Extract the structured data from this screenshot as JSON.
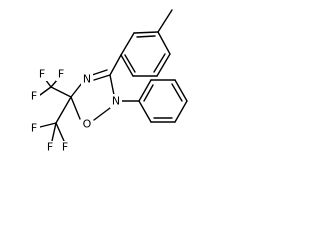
{
  "molecule": {
    "atoms": [
      {
        "id": "o_ring",
        "label": "O"
      },
      {
        "id": "n_ring_top",
        "label": "N"
      },
      {
        "id": "n_ring_phenyl",
        "label": "N"
      },
      {
        "id": "f_cf3a_left",
        "label": "F"
      },
      {
        "id": "f_cf3a_top",
        "label": "F"
      },
      {
        "id": "f_cf3a_right",
        "label": "F"
      },
      {
        "id": "f_cf3b_left",
        "label": "F"
      },
      {
        "id": "f_cf3b_bottom",
        "label": "F"
      },
      {
        "id": "f_cf3b_right",
        "label": "F"
      }
    ]
  }
}
